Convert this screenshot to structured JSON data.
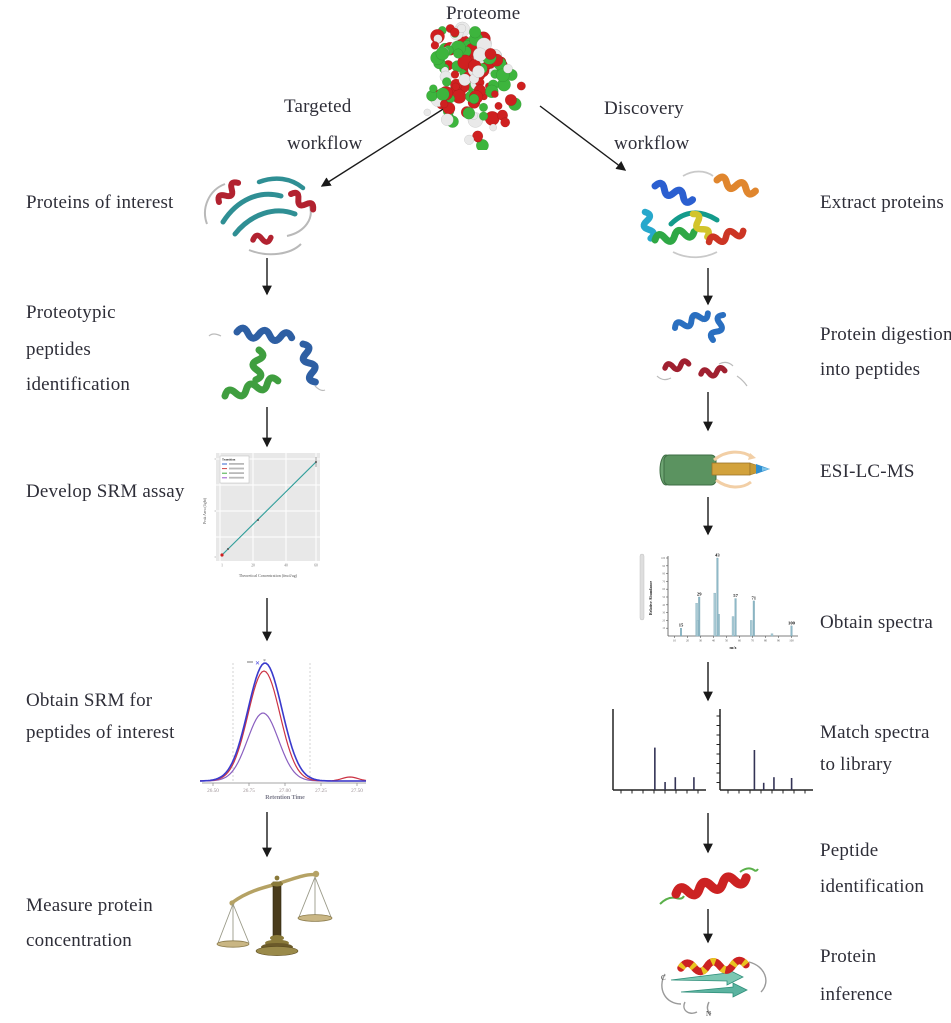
{
  "title": "Proteome",
  "branch_left": {
    "line1": "Targeted",
    "line2": "workflow"
  },
  "branch_right": {
    "line1": "Discovery",
    "line2": "workflow"
  },
  "left_labels": {
    "step1": "Proteins of interest",
    "step2a": "Proteotypic",
    "step2b": "peptides",
    "step2c": "identification",
    "step3": "Develop SRM assay",
    "step4a": "Obtain SRM for",
    "step4b": "peptides of interest",
    "step5a": "Measure protein",
    "step5b": "concentration"
  },
  "right_labels": {
    "step1": "Extract proteins",
    "step2a": "Protein digestion",
    "step2b": "into peptides",
    "step3": "ESI-LC-MS",
    "step4": "Obtain spectra",
    "step5a": "Match spectra",
    "step5b": "to library",
    "step6a": "Peptide",
    "step6b": "identification",
    "step7a": "Protein",
    "step7b": "inference"
  },
  "inference_annotations": {
    "c_term": "C",
    "n_term": "N"
  },
  "proteome_palette": [
    "#cf2020",
    "#3db53d",
    "#e9e9e9"
  ],
  "colors": {
    "arrow": "#1a1a1a",
    "text": "#2e2e38",
    "spectrum_bar": "#a9cad4",
    "chromatogram_blue": "#3a3acc",
    "chromatogram_red": "#cc3344",
    "chromatogram_purple": "#8a5fc0",
    "match_stick": "#333355",
    "srm_line": "#2a9d8f",
    "srm_point_red": "#cc2222"
  },
  "chart_data": {
    "srm_assay": {
      "type": "scatter",
      "xlabel": "Theoretical Concentration (fmol/ug)",
      "ylabel": "Peak Area (light)",
      "x_ticks": [
        "1",
        "20",
        "40",
        "60"
      ],
      "legend_title": "Transition",
      "legend_entries": 4,
      "legend_colors": [
        "#3366cc",
        "#cc4444",
        "#44aa44",
        "#9955cc"
      ],
      "fit": "linear increasing from (1, low) to (60, high)"
    },
    "srm_chromatogram": {
      "type": "line",
      "xlabel": "Retention Time",
      "x_ticks": [
        "26.50",
        "26.75",
        "27.00",
        "27.25",
        "27.50"
      ],
      "peak_center": 26.93,
      "integration_window": [
        26.66,
        27.22
      ],
      "peak_marker_x": "✕",
      "peak_marker_star": "*",
      "series": [
        {
          "name": "blue",
          "peak_height": 1.0
        },
        {
          "name": "red",
          "peak_height": 0.94
        },
        {
          "name": "purple",
          "peak_height": 0.58
        }
      ]
    },
    "mass_spectrum": {
      "type": "bar",
      "xlabel": "m/z",
      "ylabel": "Relative Abundance",
      "x_range": [
        10,
        100
      ],
      "x_tick_step": 10,
      "y_range": [
        0,
        100
      ],
      "y_tick_step": 10,
      "labeled_peaks": [
        {
          "mz": 15,
          "intensity": 10,
          "label": "15"
        },
        {
          "mz": 29,
          "intensity": 50,
          "label": "29"
        },
        {
          "mz": 43,
          "intensity": 100,
          "label": "43"
        },
        {
          "mz": 57,
          "intensity": 48,
          "label": "57"
        },
        {
          "mz": 71,
          "intensity": 45,
          "label": "71"
        },
        {
          "mz": 100,
          "intensity": 13,
          "label": "100"
        }
      ],
      "minor_peaks": [
        {
          "mz": 27,
          "intensity": 42
        },
        {
          "mz": 28,
          "intensity": 20
        },
        {
          "mz": 41,
          "intensity": 55
        },
        {
          "mz": 44,
          "intensity": 28
        },
        {
          "mz": 55,
          "intensity": 25
        },
        {
          "mz": 69,
          "intensity": 20
        },
        {
          "mz": 85,
          "intensity": 3
        }
      ]
    },
    "library_match": {
      "type": "sticks",
      "panels": [
        {
          "sticks": [
            [
              0.45,
              0.53
            ],
            [
              0.56,
              0.1
            ],
            [
              0.67,
              0.16
            ],
            [
              0.87,
              0.16
            ]
          ]
        },
        {
          "sticks": [
            [
              0.37,
              0.5
            ],
            [
              0.47,
              0.09
            ],
            [
              0.58,
              0.16
            ],
            [
              0.77,
              0.15
            ]
          ]
        }
      ]
    }
  }
}
